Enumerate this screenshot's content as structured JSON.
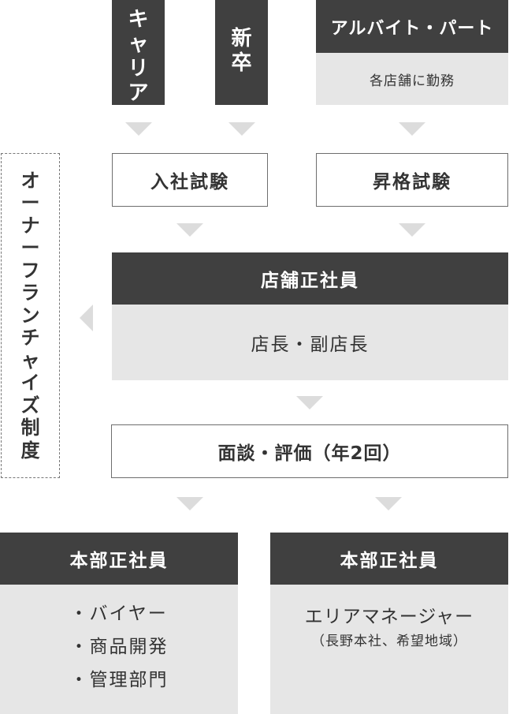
{
  "top": {
    "career": [
      "キ",
      "ャ",
      "リ",
      "ア"
    ],
    "newgrad": [
      "新",
      "卒"
    ],
    "parttime_title": "アルバイト・パート",
    "parttime_sub": "各店舗に勤務"
  },
  "exams": {
    "entrance": "入社試験",
    "promotion": "昇格試験"
  },
  "store": {
    "title": "店舗正社員",
    "roles": "店長・副店長"
  },
  "review": "面談・評価（年2回）",
  "side": {
    "franchise": [
      "オ",
      "ー",
      "ナ",
      "ー",
      "フ",
      "ラ",
      "ン",
      "チ",
      "ャ",
      "イ",
      "ズ",
      "制",
      "度"
    ]
  },
  "hq_left": {
    "title": "本部正社員",
    "items": [
      "・バイヤー",
      "・商品開発",
      "・管理部門"
    ]
  },
  "hq_right": {
    "title": "本部正社員",
    "role": "エリアマネージャー",
    "note": "（長野本社、希望地域）"
  },
  "colors": {
    "dark": "#404040",
    "light": "#e6e6e6",
    "arrow": "#dcdcdc"
  }
}
